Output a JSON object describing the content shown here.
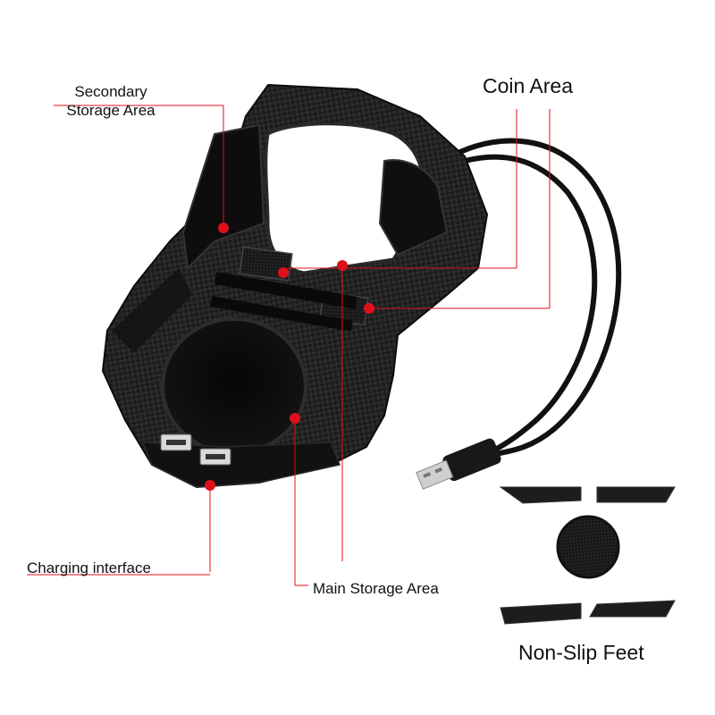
{
  "labels": {
    "secondary_storage_line1": "Secondary",
    "secondary_storage_line2": "Storage Area",
    "coin_area": "Coin Area",
    "charging_interface": "Charging interface",
    "main_storage_area": "Main Storage Area",
    "non_slip_feet": "Non-Slip Feet"
  },
  "colors": {
    "callout": "#e0101a",
    "product_body": "#1a1a1a",
    "label_text": "#111111",
    "background": "#ffffff"
  },
  "icons": {
    "usb_ports": "usb-port-icon",
    "usb_plug": "usb-plug-icon"
  }
}
